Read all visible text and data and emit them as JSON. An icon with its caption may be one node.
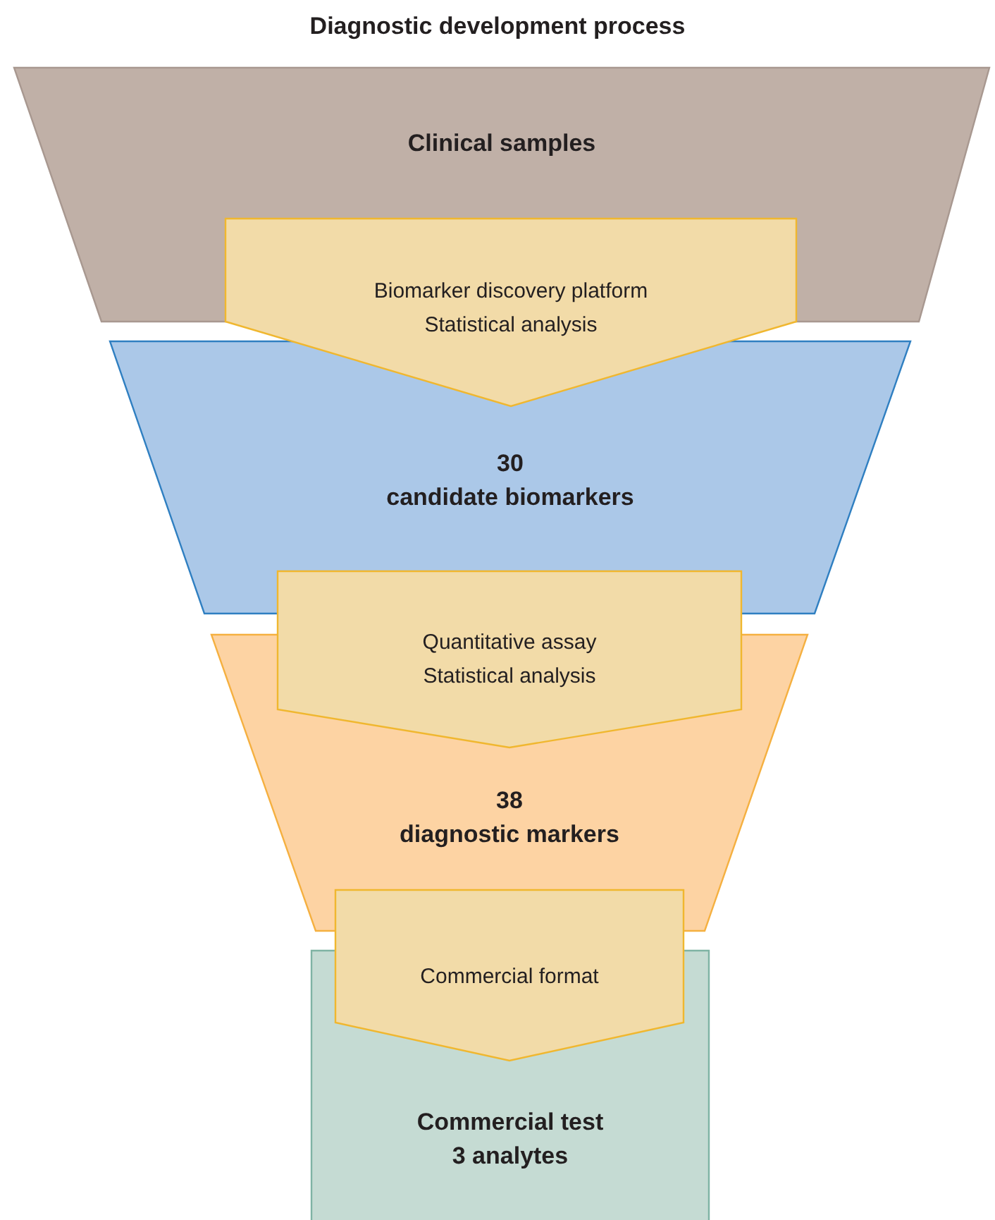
{
  "diagram": {
    "title": "Diagnostic development process",
    "nodes": [
      {
        "text": [
          "Clinical samples"
        ]
      },
      {
        "text": [
          "Biomarker discovery platform",
          "Statistical analysis"
        ]
      },
      {
        "text": [
          "30",
          "candidate biomarkers"
        ]
      },
      {
        "text": [
          "Quantitative assay",
          "Statistical analysis"
        ]
      },
      {
        "text": [
          "38",
          "diagnostic markers"
        ]
      },
      {
        "text": [
          "Commercial format"
        ]
      },
      {
        "text": [
          "Commercial test",
          "3 analytes"
        ]
      }
    ]
  }
}
